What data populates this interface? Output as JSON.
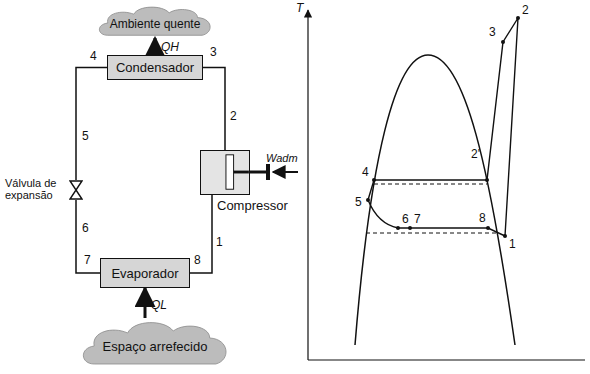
{
  "diagram": {
    "nodes": [
      {
        "text": [
          "Ambiente quente"
        ]
      },
      {
        "text": [
          "Condensador"
        ]
      },
      {
        "text": [
          "Válvula de expansão"
        ]
      },
      {
        "text": [
          "Compressor"
        ]
      },
      {
        "text": [
          "Evaporador"
        ]
      },
      {
        "text": [
          "Espaço arrefecido"
        ]
      }
    ],
    "edges": [
      {
        "from": 1,
        "to": 2,
        "arrow": "none"
      },
      {
        "from": 2,
        "to": 4,
        "arrow": "none"
      },
      {
        "from": 4,
        "to": 3,
        "arrow": "none"
      },
      {
        "from": 3,
        "to": 1,
        "arrow": "none"
      },
      {
        "from": 1,
        "to": 0,
        "label": "QH",
        "arrow": "to"
      },
      {
        "from": 5,
        "to": 4,
        "label": "QL",
        "arrow": "to"
      }
    ],
    "labels": [
      "4",
      "3",
      "2",
      "Wadm",
      "5",
      "6",
      "7",
      "8",
      "1",
      "T",
      "2",
      "3",
      "2'",
      "4",
      "5",
      "6",
      "7",
      "8",
      "1"
    ]
  }
}
